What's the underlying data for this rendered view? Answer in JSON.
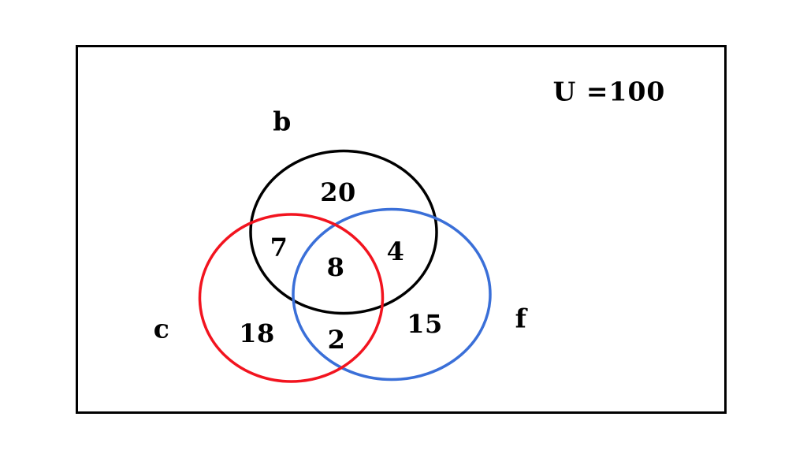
{
  "diagram": {
    "type": "venn",
    "universe": {
      "label": "U =100",
      "total": "100"
    },
    "sets": [
      {
        "name": "b",
        "color": "#000000",
        "exclusive_count": "20"
      },
      {
        "name": "c",
        "color": "#f2141f",
        "exclusive_count": "18"
      },
      {
        "name": "f",
        "color": "#3a6fd8",
        "exclusive_count": "15"
      }
    ],
    "intersections": {
      "b_c": "7",
      "b_f": "4",
      "c_f": "2",
      "b_c_f": "8"
    }
  },
  "colors": {
    "background": "#ffffff",
    "border": "#000000",
    "text": "#000000"
  }
}
